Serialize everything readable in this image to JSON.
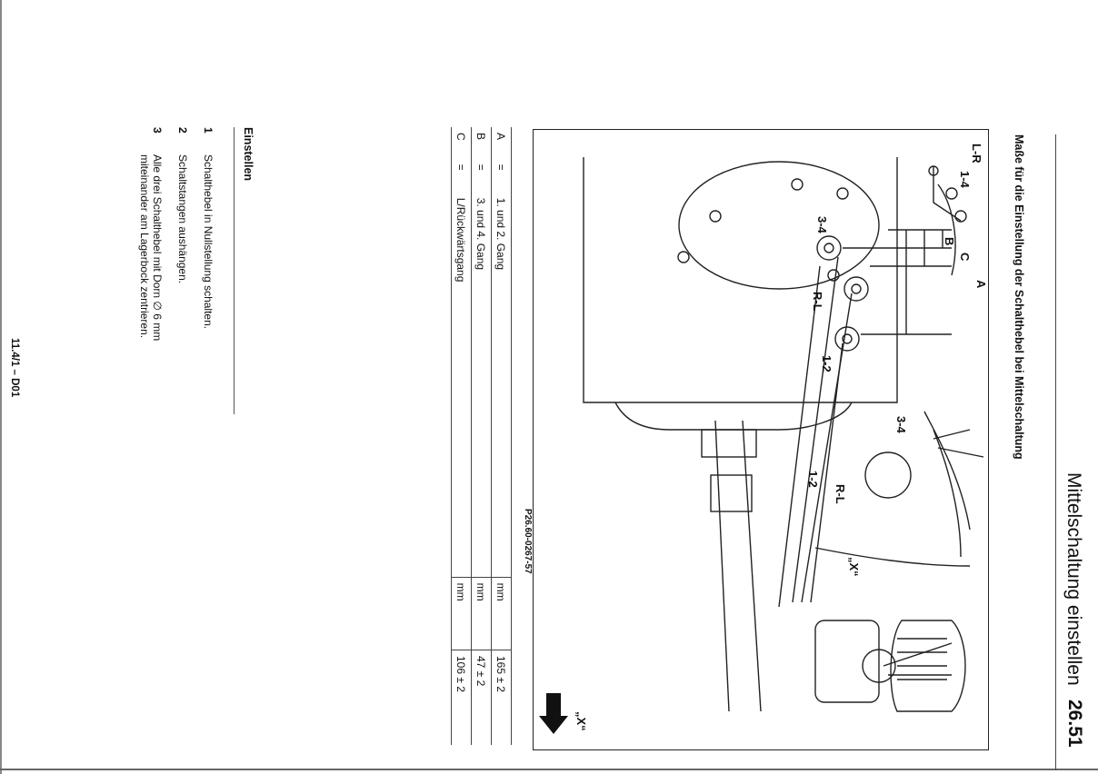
{
  "header": {
    "title": "Mittelschaltung einstellen",
    "section_number": "26.51"
  },
  "subheading": "Maße für die Einstellung der Schalthebel bei Mittelschaltung",
  "figure": {
    "code": "P26.60-0267-57",
    "labels": {
      "lr": "L-R",
      "one_four": "1-4",
      "three_four_a": "3-4",
      "rl_a": "R-L",
      "one_two_a": "1-2",
      "dim_a": "A",
      "dim_b": "B",
      "dim_c": "C",
      "three_four_b": "3-4",
      "rl_b": "R-L",
      "one_two_b": "1-2",
      "x_a": "„X“",
      "x_b": "„X“"
    }
  },
  "dimensions": [
    {
      "key": "A",
      "eq": "=",
      "label": "1. und 2. Gang",
      "unit": "mm",
      "value": "165 ± 2"
    },
    {
      "key": "B",
      "eq": "=",
      "label": "3. und 4. Gang",
      "unit": "mm",
      "value": "47 ± 2"
    },
    {
      "key": "C",
      "eq": "=",
      "label": "L/Rückwärtsgang",
      "unit": "mm",
      "value": "106 ± 2"
    }
  ],
  "section": {
    "title": "Einstellen",
    "steps": [
      {
        "n": "1",
        "text": "Schalthebel in Nullstellung schalten."
      },
      {
        "n": "2",
        "text": "Schaltstangen aushängen."
      },
      {
        "n": "3",
        "text": "Alle drei Schalthebel mit Dorn ∅ 6 mm miteinander am Lagerbock zentrieren."
      }
    ]
  },
  "footer": "11.4/1 – D01"
}
